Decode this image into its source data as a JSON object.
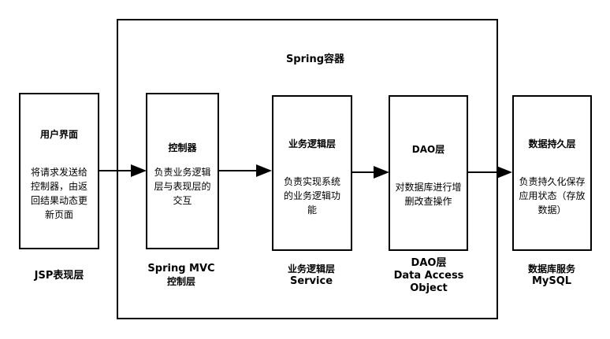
{
  "container": {
    "title": "Spring容器"
  },
  "boxes": {
    "ui": {
      "title": "用户界面",
      "desc": "将请求发送给控制器，由返回结果动态更新页面"
    },
    "controller": {
      "title": "控制器",
      "desc": "负责业务逻辑层与表现层的交互"
    },
    "service": {
      "title": "业务逻辑层",
      "desc": "负责实现系统的业务逻辑功能"
    },
    "dao": {
      "title": "DAO层",
      "desc": "对数据库进行增删改查操作"
    },
    "db": {
      "title": "数据持久层",
      "desc": "负责持久化保存应用状态（存放数据）"
    }
  },
  "labels": {
    "jsp": "JSP表现层",
    "springmvc": [
      "Spring MVC",
      "控制层"
    ],
    "service": [
      "业务逻辑层",
      "Service"
    ],
    "dao": [
      "DAO层",
      "Data Access",
      "Object"
    ],
    "db": [
      "数据库服务",
      "MySQL"
    ]
  }
}
